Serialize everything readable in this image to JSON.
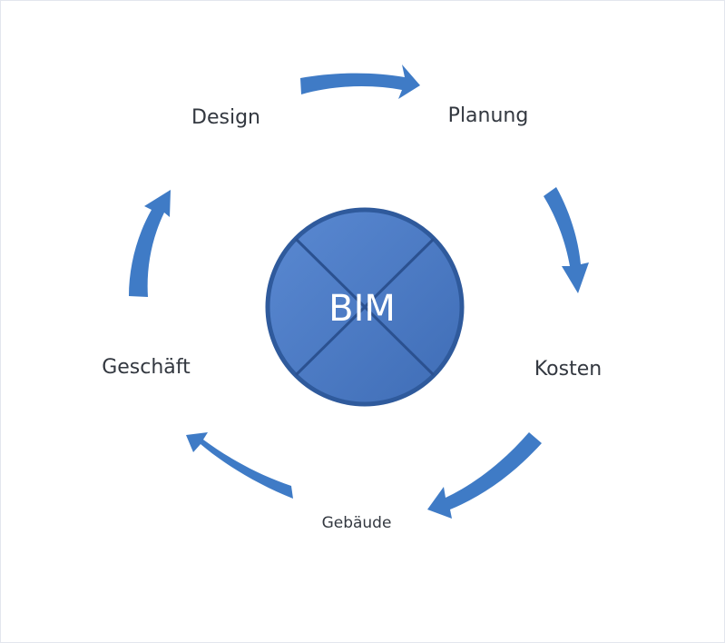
{
  "diagram": {
    "center_label": "BIM",
    "stages": [
      {
        "label": "Design"
      },
      {
        "label": "Planung"
      },
      {
        "label": "Kosten"
      },
      {
        "label": "Gebäude"
      },
      {
        "label": "Geschäft"
      }
    ]
  },
  "colors": {
    "arrow": "#3f7bc6",
    "circle_fill": "#4a78c2",
    "circle_stroke": "#2f5a9c",
    "cross_lines": "#2b5190",
    "label_text": "#333840"
  }
}
